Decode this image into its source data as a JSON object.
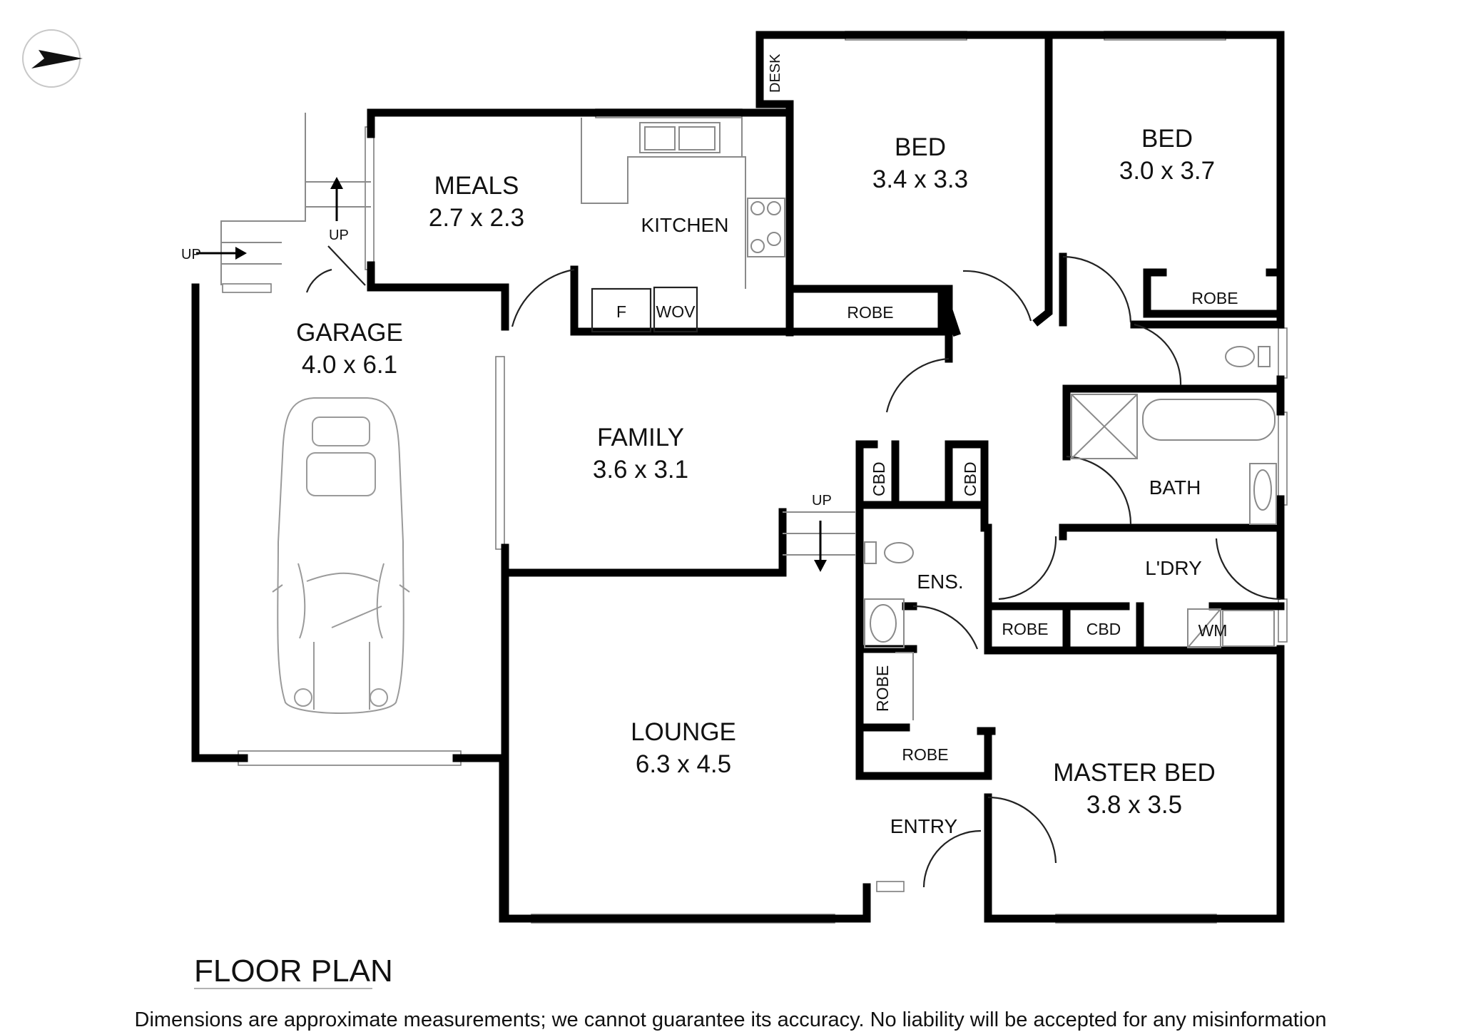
{
  "rooms": {
    "bed2": {
      "name": "BED",
      "dims": "3.4 x 3.3"
    },
    "bed3": {
      "name": "BED",
      "dims": "3.0 x 3.7"
    },
    "meals": {
      "name": "MEALS",
      "dims": "2.7 x 2.3"
    },
    "kitchen": {
      "name": "KITCHEN"
    },
    "garage": {
      "name": "GARAGE",
      "dims": "4.0 x 6.1"
    },
    "family": {
      "name": "FAMILY",
      "dims": "3.6 x 3.1"
    },
    "lounge": {
      "name": "LOUNGE",
      "dims": "6.3 x 4.5"
    },
    "master": {
      "name": "MASTER BED",
      "dims": "3.8 x 3.5"
    },
    "bath": {
      "name": "BATH"
    },
    "laundry": {
      "name": "L'DRY"
    },
    "ensuite": {
      "name": "ENS."
    },
    "entry": {
      "name": "ENTRY"
    }
  },
  "labels": {
    "desk": "DESK",
    "robe": "ROBE",
    "cbd": "CBD",
    "fridge": "F",
    "wov": "WOV",
    "wm": "WM",
    "up": "UP"
  },
  "title": "FLOOR PLAN",
  "disclaimer": "Dimensions are approximate measurements; we cannot guarantee its accuracy. No liability will be accepted for any misinformation"
}
